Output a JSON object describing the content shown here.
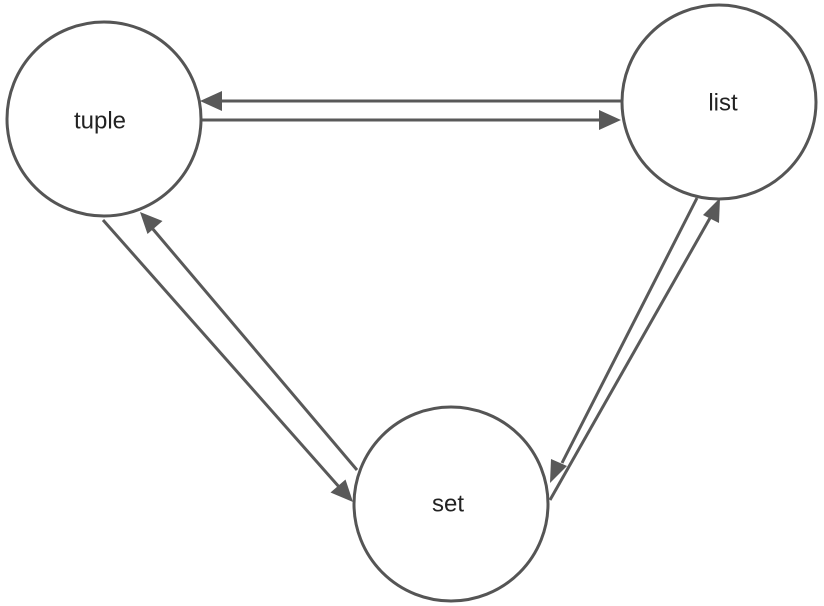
{
  "diagram": {
    "nodes": [
      {
        "id": "tuple",
        "label": "tuple"
      },
      {
        "id": "list",
        "label": "list"
      },
      {
        "id": "set",
        "label": "set"
      }
    ],
    "edges": [
      {
        "from": "list",
        "to": "tuple"
      },
      {
        "from": "tuple",
        "to": "list"
      },
      {
        "from": "tuple",
        "to": "set"
      },
      {
        "from": "set",
        "to": "tuple"
      },
      {
        "from": "list",
        "to": "set"
      },
      {
        "from": "set",
        "to": "list"
      }
    ],
    "colors": {
      "node_border": "#555555",
      "edge": "#595959",
      "text": "#222222",
      "background": "#ffffff"
    }
  }
}
